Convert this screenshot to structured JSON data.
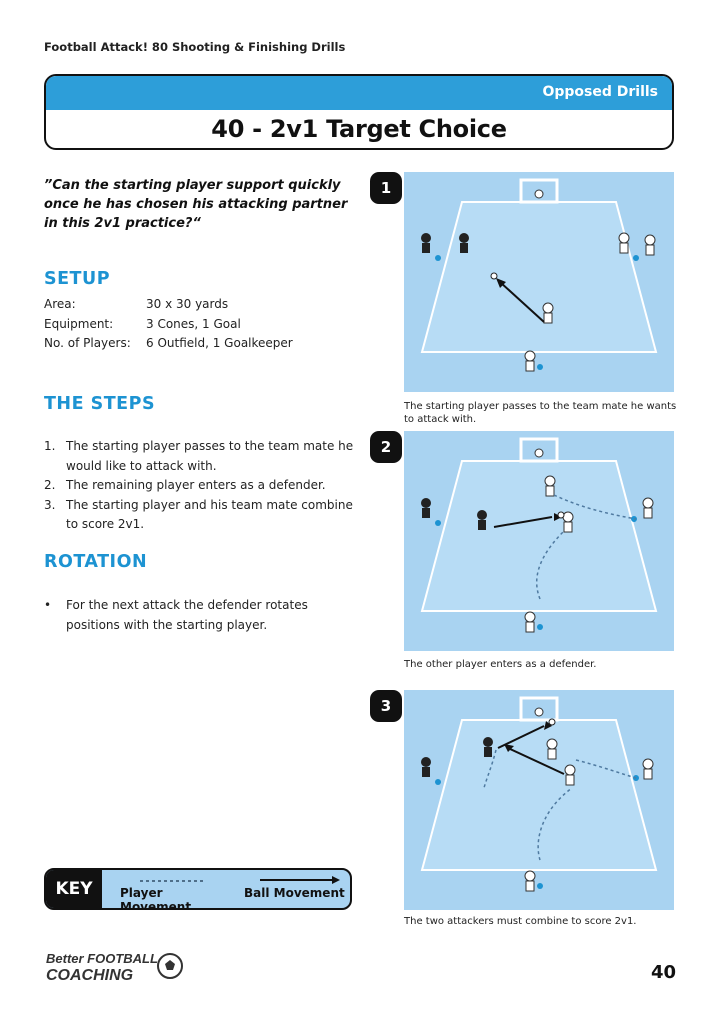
{
  "header": {
    "book_title": "Football Attack! 80 Shooting & Finishing Drills"
  },
  "banner": {
    "section": "Opposed Drills",
    "title": "40 - 2v1 Target Choice"
  },
  "quote": "”Can the starting player support quickly once he has chosen his attacking partner in this 2v1 practice?“",
  "setup": {
    "heading": "SETUP",
    "rows": [
      {
        "label": "Area:",
        "value": "30 x 30 yards"
      },
      {
        "label": "Equipment:",
        "value": "3 Cones, 1 Goal"
      },
      {
        "label": "No. of Players:",
        "value": "6 Outfield, 1 Goalkeeper"
      }
    ]
  },
  "steps": {
    "heading": "THE STEPS",
    "items": [
      {
        "num": "1.",
        "text": "The starting player passes to the team mate he would like to attack with."
      },
      {
        "num": "2.",
        "text": "The remaining player enters as a defender."
      },
      {
        "num": "3.",
        "text": "The starting player and his team mate combine to score 2v1."
      }
    ]
  },
  "rotation": {
    "heading": "ROTATION",
    "bullet": "•",
    "text": "For the next attack the defender rotates positions with the starting player."
  },
  "diagrams": [
    {
      "badge": "1",
      "caption": "The starting player passes to the team mate he wants to attack with."
    },
    {
      "badge": "2",
      "caption": "The other player enters as a defender."
    },
    {
      "badge": "3",
      "caption": "The two attackers must combine to score 2v1."
    }
  ],
  "key": {
    "label": "KEY",
    "player_movement": "Player Movement",
    "ball_movement": "Ball Movement"
  },
  "footer": {
    "logo_text_1": "Better FOOTBALL",
    "logo_text_2": "COACHING",
    "page_number": "40"
  },
  "colors": {
    "accent": "#1d93d2",
    "banner": "#2d9ed9",
    "pitch": "#a9d3f1"
  }
}
